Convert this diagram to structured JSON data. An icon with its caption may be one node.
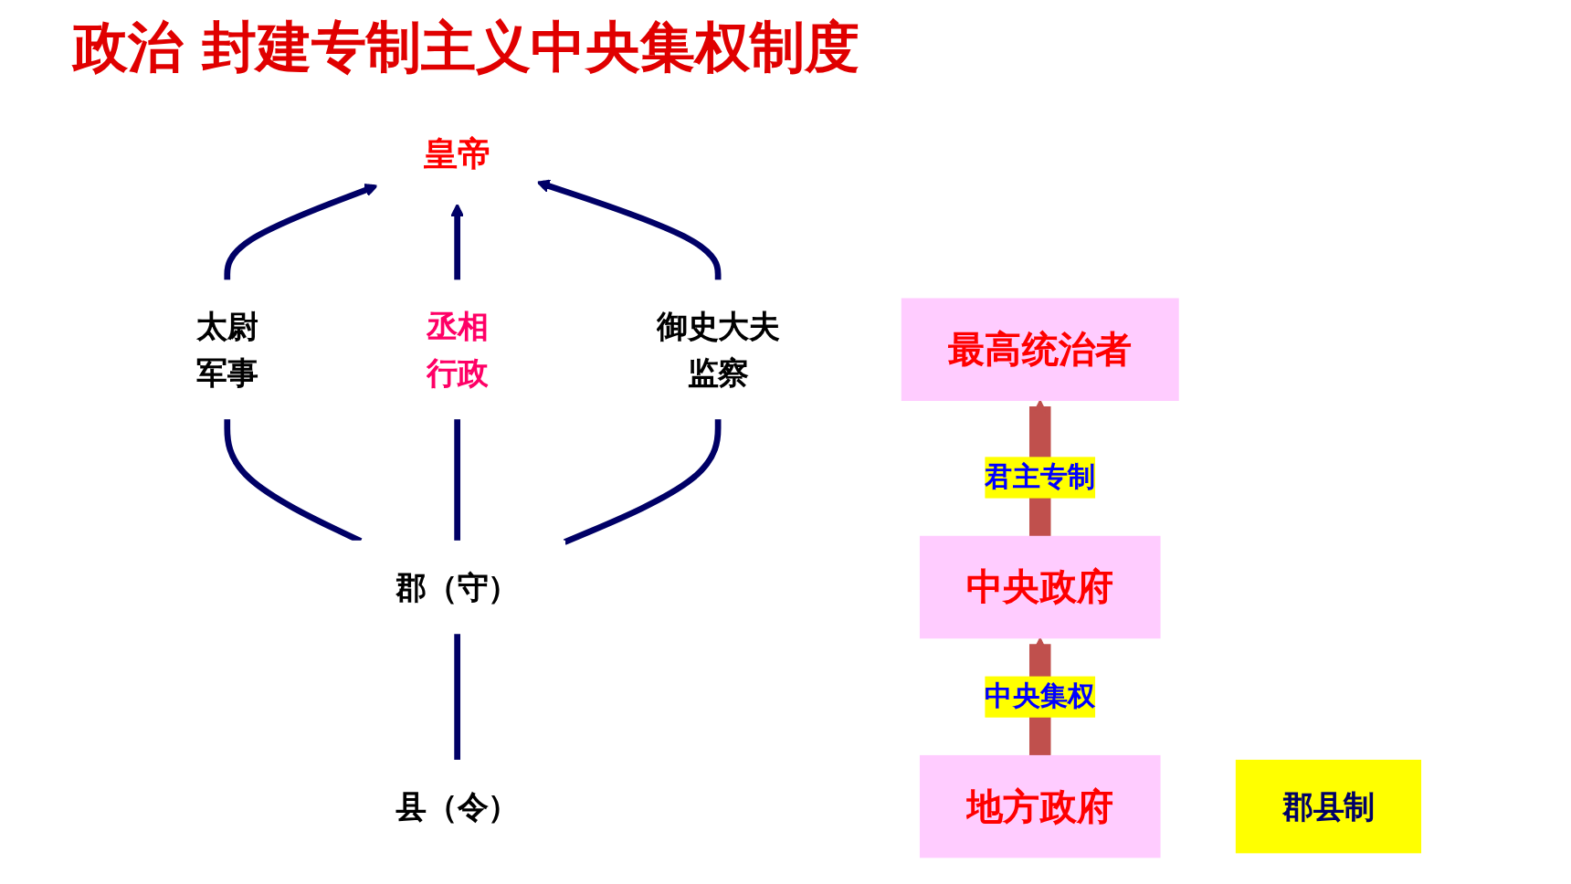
{
  "diagram": {
    "title": "政治 封建专制主义中央集权制度",
    "nodes": [
      {
        "text": [
          "皇帝"
        ]
      },
      {
        "text": [
          "太尉",
          "军事"
        ]
      },
      {
        "text": [
          "丞相",
          "行政"
        ]
      },
      {
        "text": [
          "御史大夫",
          "监察"
        ]
      },
      {
        "text": [
          "郡（守）"
        ]
      },
      {
        "text": [
          "县（令）"
        ]
      },
      {
        "text": [
          "最高统治者"
        ]
      },
      {
        "text": [
          "中央政府"
        ]
      },
      {
        "text": [
          "地方政府"
        ]
      },
      {
        "text": [
          "郡县制"
        ]
      }
    ],
    "edges": [
      {
        "from": 1,
        "to": 0,
        "arrow": "to"
      },
      {
        "from": 2,
        "to": 0,
        "arrow": "to"
      },
      {
        "from": 3,
        "to": 0,
        "arrow": "to"
      },
      {
        "from": 1,
        "to": 4,
        "arrow": "none"
      },
      {
        "from": 2,
        "to": 4,
        "arrow": "none"
      },
      {
        "from": 3,
        "to": 4,
        "arrow": "none"
      },
      {
        "from": 4,
        "to": 5,
        "arrow": "none"
      },
      {
        "from": 7,
        "to": 6,
        "arrow": "to",
        "label": "君主专制",
        "style": "thick",
        "color": "#c0504d"
      },
      {
        "from": 8,
        "to": 7,
        "arrow": "to",
        "label": "中央集权",
        "style": "thick",
        "color": "#c0504d"
      }
    ]
  }
}
